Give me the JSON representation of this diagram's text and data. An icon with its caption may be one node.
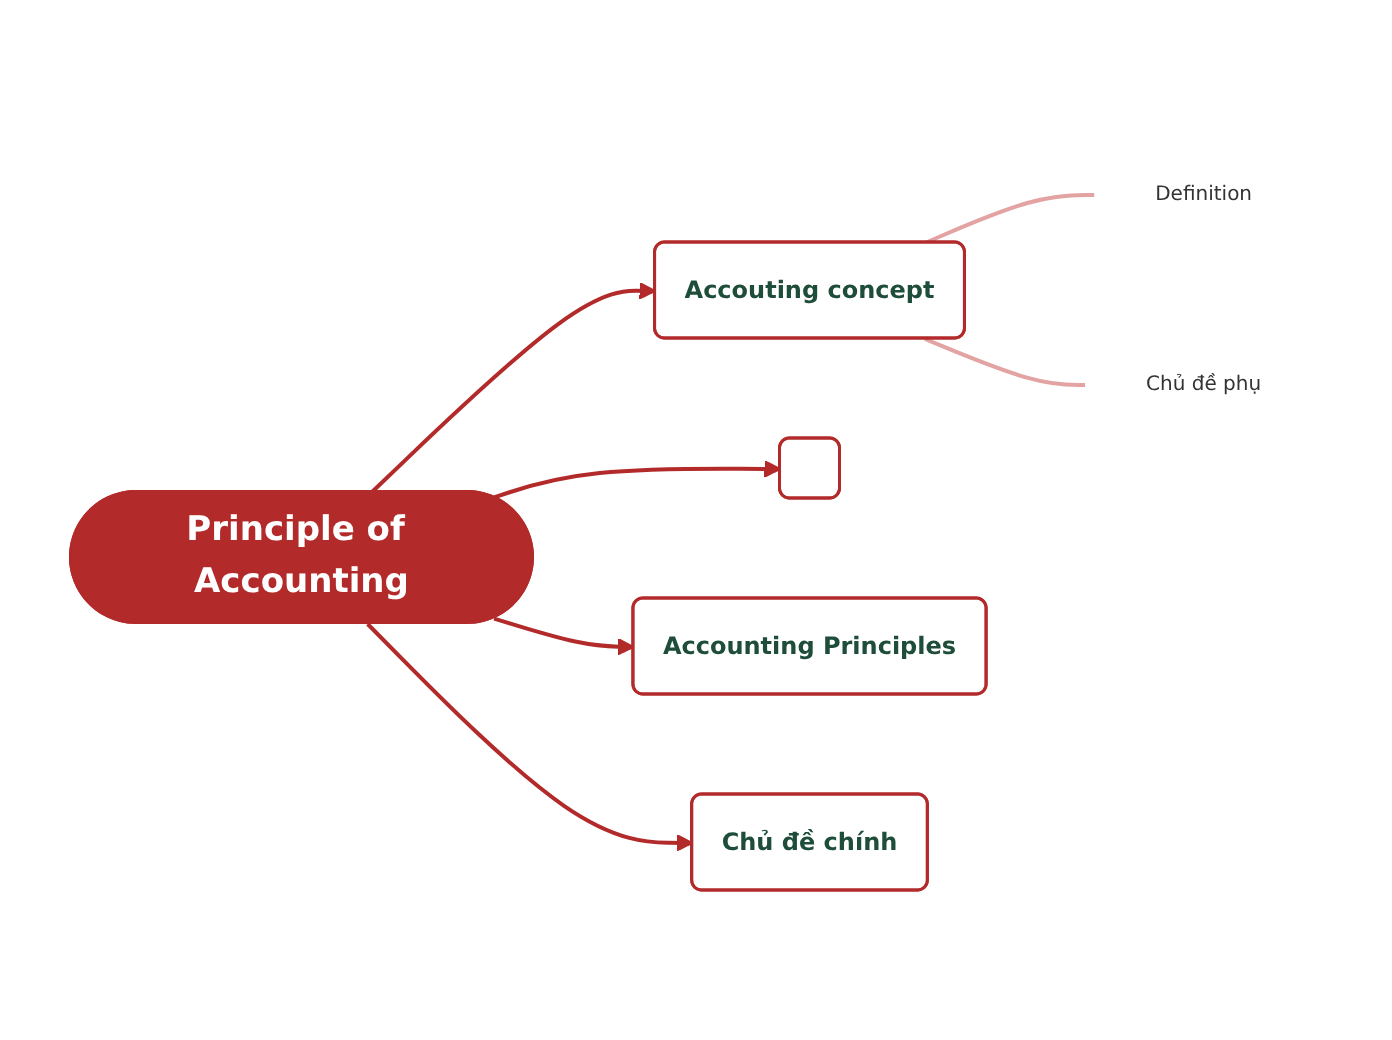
{
  "diagram": {
    "nodes": [
      {
        "text": [
          "Principle of Accounting"
        ]
      },
      {
        "text": [
          "Accouting concept"
        ]
      },
      {
        "text": [
          "Definition"
        ]
      },
      {
        "text": [
          "Chủ đề phụ"
        ]
      },
      {
        "text": [],
        "shape": "box"
      },
      {
        "text": [
          "Accounting Principles"
        ]
      },
      {
        "text": [
          "Chủ đề chính"
        ]
      }
    ],
    "edges": [
      {
        "from": 0,
        "to": 1,
        "arrow": "to"
      },
      {
        "from": 1,
        "to": 2,
        "arrow": "none",
        "color": "#e3a3a3"
      },
      {
        "from": 1,
        "to": 3,
        "arrow": "none",
        "color": "#e3a3a3"
      },
      {
        "from": 0,
        "to": 4,
        "arrow": "to"
      },
      {
        "from": 0,
        "to": 5,
        "arrow": "to"
      },
      {
        "from": 0,
        "to": 6,
        "arrow": "to"
      }
    ]
  }
}
